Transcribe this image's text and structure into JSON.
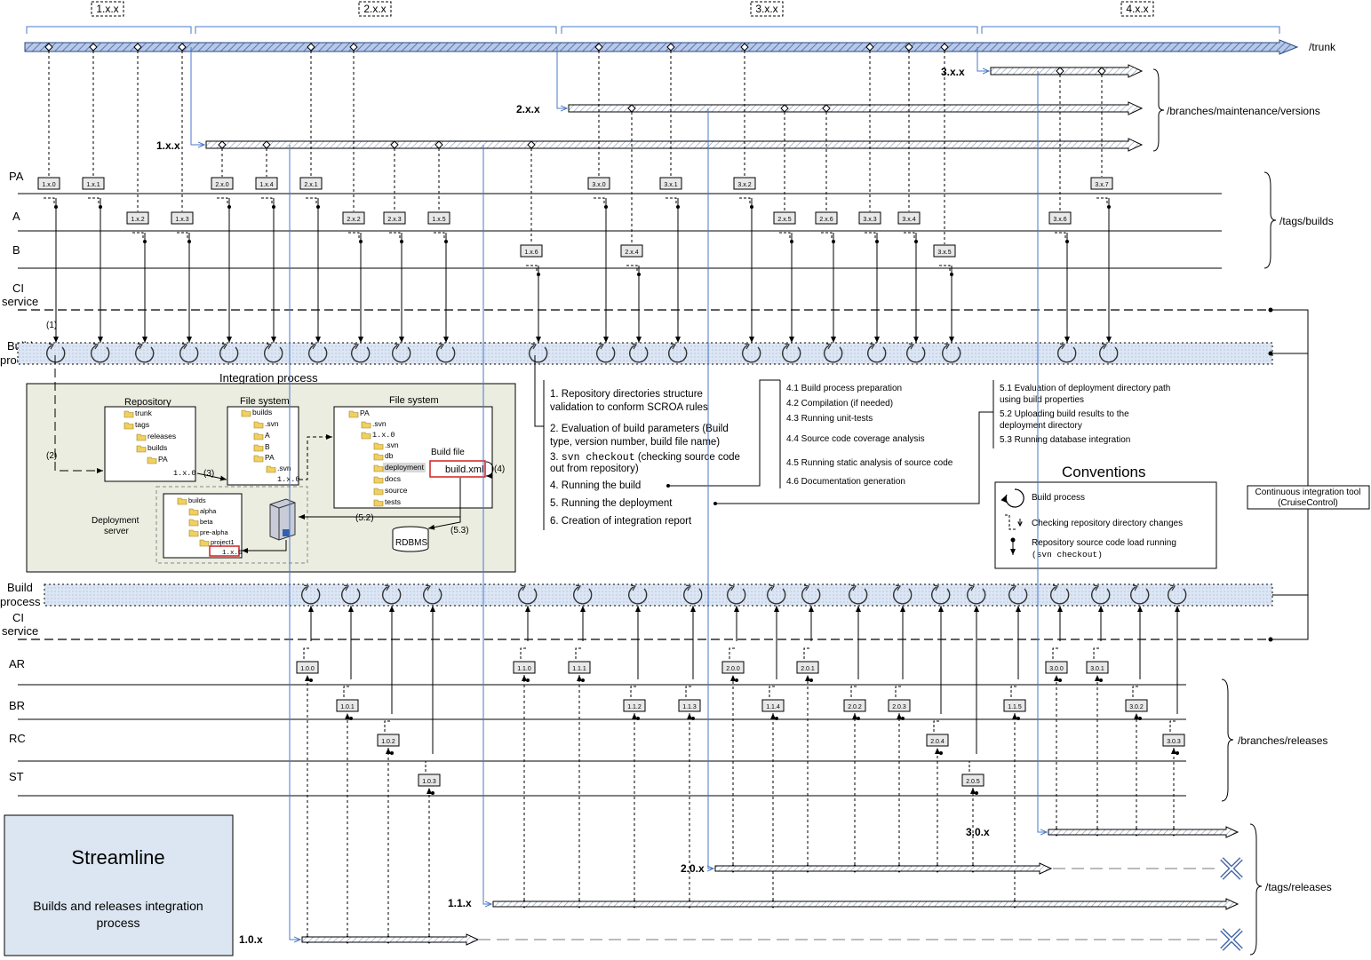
{
  "versions": [
    "1.x.x",
    "2.x.x",
    "3.x.x",
    "4.x.x"
  ],
  "trunk_label": "/trunk",
  "maintenance_label": "/branches/maintenance/versions",
  "tags_builds_label": "/tags/builds",
  "branches_releases_label": "/branches/releases",
  "tags_releases_label": "/tags/releases",
  "maintenance_branches": [
    "1.x.x",
    "2.x.x",
    "3.x.x"
  ],
  "release_branches": [
    "1.0.x",
    "1.1.x",
    "2.0.x",
    "3.0.x"
  ],
  "build_rows": [
    "PA",
    "A",
    "B"
  ],
  "release_rows": [
    "AR",
    "BR",
    "RC",
    "ST"
  ],
  "ci_label": [
    "CI",
    "service"
  ],
  "build_process_label": [
    "Build",
    "process"
  ],
  "build_tags": [
    {
      "label": "1.x.0",
      "row": "PA"
    },
    {
      "label": "1.x.1",
      "row": "PA"
    },
    {
      "label": "1.x.2",
      "row": "A"
    },
    {
      "label": "1.x.3",
      "row": "A"
    },
    {
      "label": "2.x.0",
      "row": "PA"
    },
    {
      "label": "1.x.4",
      "row": "PA"
    },
    {
      "label": "2.x.1",
      "row": "PA"
    },
    {
      "label": "2.x.2",
      "row": "A"
    },
    {
      "label": "2.x.3",
      "row": "A"
    },
    {
      "label": "1.x.5",
      "row": "A"
    },
    {
      "label": "1.x.6",
      "row": "B"
    },
    {
      "label": "3.x.0",
      "row": "PA"
    },
    {
      "label": "2.x.4",
      "row": "B"
    },
    {
      "label": "3.x.1",
      "row": "PA"
    },
    {
      "label": "3.x.2",
      "row": "PA"
    },
    {
      "label": "2.x.5",
      "row": "A"
    },
    {
      "label": "2.x.6",
      "row": "A"
    },
    {
      "label": "3.x.3",
      "row": "A"
    },
    {
      "label": "3.x.4",
      "row": "A"
    },
    {
      "label": "3.x.5",
      "row": "B"
    },
    {
      "label": "3.x.6",
      "row": "A"
    },
    {
      "label": "3.x.7",
      "row": "PA"
    }
  ],
  "release_tags": [
    {
      "label": "1.0.0",
      "row": "AR"
    },
    {
      "label": "1.0.1",
      "row": "BR"
    },
    {
      "label": "1.0.2",
      "row": "RC"
    },
    {
      "label": "1.0.3",
      "row": "ST"
    },
    {
      "label": "1.1.0",
      "row": "AR"
    },
    {
      "label": "1.1.1",
      "row": "AR"
    },
    {
      "label": "1.1.2",
      "row": "BR"
    },
    {
      "label": "1.1.3",
      "row": "BR"
    },
    {
      "label": "2.0.0",
      "row": "AR"
    },
    {
      "label": "1.1.4",
      "row": "BR"
    },
    {
      "label": "2.0.1",
      "row": "AR"
    },
    {
      "label": "2.0.2",
      "row": "BR"
    },
    {
      "label": "2.0.3",
      "row": "BR"
    },
    {
      "label": "2.0.4",
      "row": "RC"
    },
    {
      "label": "2.0.5",
      "row": "ST"
    },
    {
      "label": "1.1.5",
      "row": "BR"
    },
    {
      "label": "3.0.0",
      "row": "AR"
    },
    {
      "label": "3.0.1",
      "row": "AR"
    },
    {
      "label": "3.0.2",
      "row": "BR"
    },
    {
      "label": "3.0.3",
      "row": "RC"
    }
  ],
  "integration": {
    "title": "Integration process",
    "repository_title": "Repository",
    "repository_tree": [
      "trunk",
      "tags",
      "releases",
      "builds",
      "PA",
      "1.x.0"
    ],
    "fs1_title": "File system",
    "fs1_tree": [
      "builds",
      ".svn",
      "A",
      "B",
      "PA",
      ".svn",
      "1.x.0"
    ],
    "fs2_title": "File system",
    "fs2_tree": [
      "PA",
      ".svn",
      "1.x.0",
      ".svn",
      "db",
      "deployment",
      "docs",
      "source",
      "tests"
    ],
    "build_file_title": "Build file",
    "build_file": "build.xml",
    "deploy_title": [
      "Deployment",
      "server"
    ],
    "deploy_tree": [
      "builds",
      "alpha",
      "beta",
      "pre-alpha",
      "project1",
      "1.x.0"
    ],
    "rdbms": "RDBMS",
    "markers": [
      "(1)",
      "(2)",
      "(3)",
      "(4)",
      "(5.2)",
      "(5.3)"
    ]
  },
  "steps": [
    [
      "1. Repository directories structure",
      "validation to conform SCROA rules"
    ],
    [
      "2. Evaluation of build parameters (Build",
      "type, version number, build file name)"
    ],
    [
      "3. ",
      "svn checkout",
      " (checking source code",
      "out from repository)"
    ],
    [
      "4. Running the build"
    ],
    [
      "5. Running the deployment"
    ],
    [
      "6. Creation of integration report"
    ]
  ],
  "substeps4": [
    "4.1 Build process preparation",
    "4.2 Compilation (if needed)",
    "4.3 Running unit-tests",
    "4.4 Source code coverage analysis",
    "4.5 Running static analysis of source code",
    "4.6 Documentation generation"
  ],
  "substeps5": [
    [
      "5.1 Evaluation of deployment directory path",
      "using build properties"
    ],
    [
      "5.2 Uploading build results to the",
      "deployment directory"
    ],
    [
      "5.3 Running database integration"
    ]
  ],
  "conventions": {
    "title": "Conventions",
    "build_process": "Build process",
    "checking": "Checking repository directory changes",
    "load": "Repository source code load running",
    "load_cmd": "(svn checkout)"
  },
  "ci_tool": [
    "Continuous integration tool",
    "(CruiseControl)"
  ],
  "title_box": {
    "title": "Streamline",
    "subtitle": [
      "Builds and releases integration",
      "process"
    ]
  }
}
